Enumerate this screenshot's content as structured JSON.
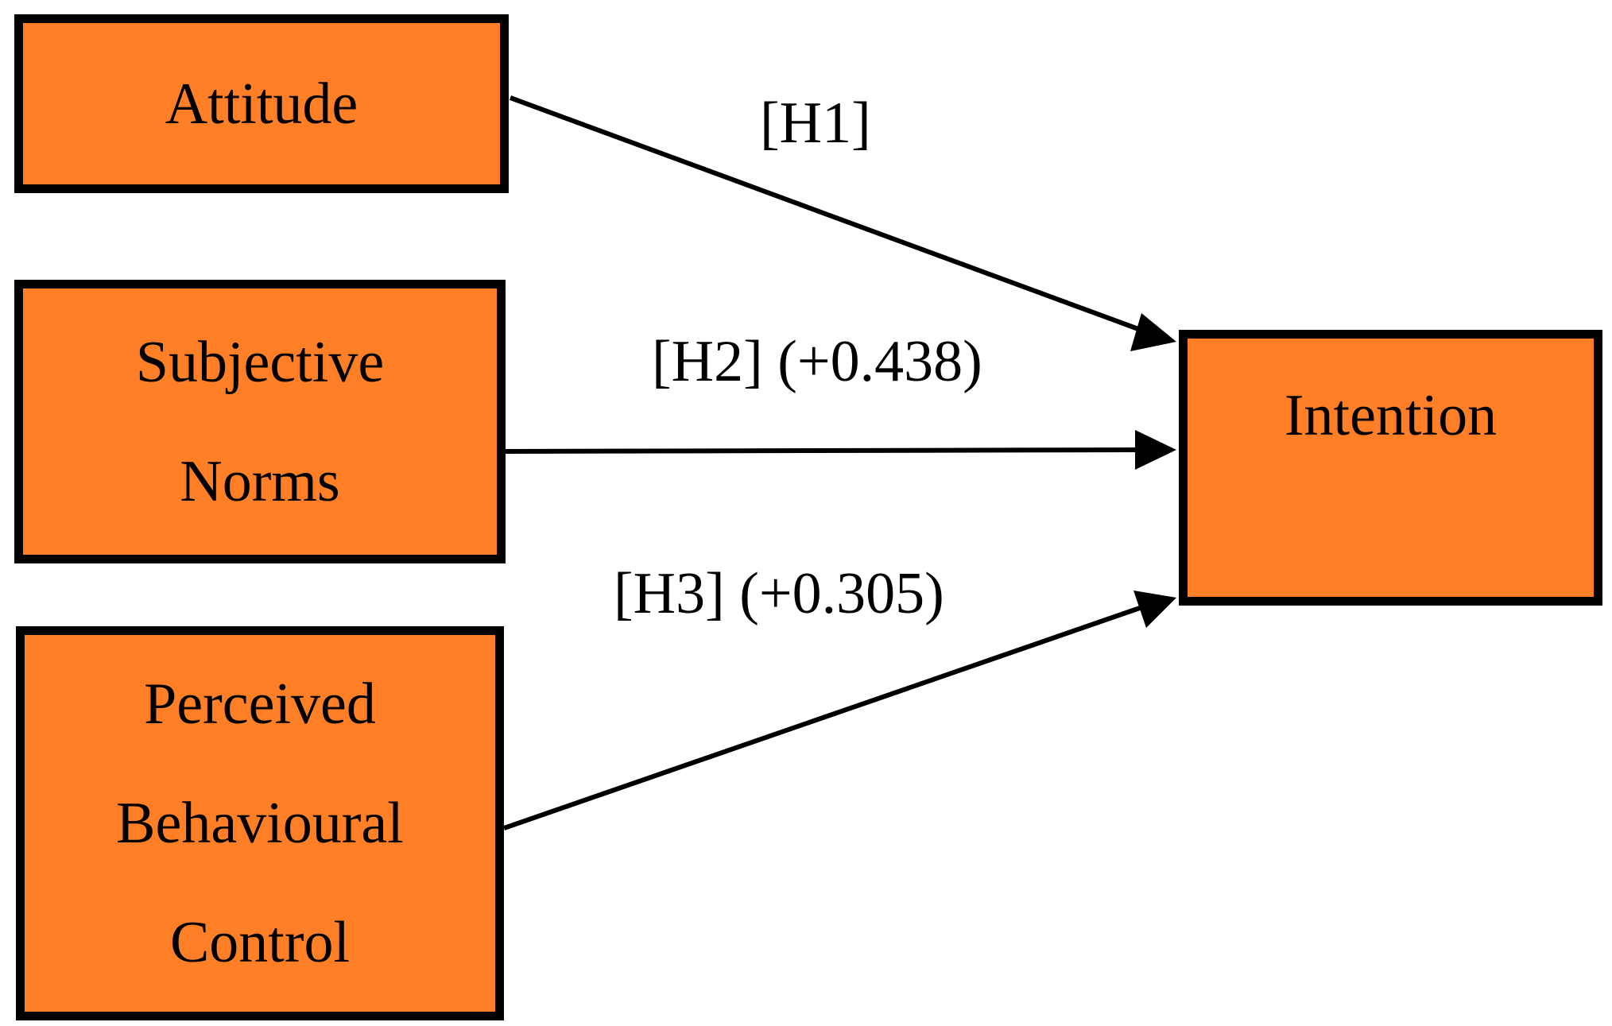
{
  "nodes": {
    "attitude": {
      "lines": [
        "Attitude"
      ]
    },
    "subjective_norms": {
      "lines": [
        "Subjective",
        "Norms"
      ]
    },
    "perceived_behavioural_control": {
      "lines": [
        "Perceived",
        "Behavioural",
        "Control"
      ]
    },
    "intention": {
      "lines": [
        "Intention"
      ]
    }
  },
  "edges": {
    "h1": {
      "label": "[H1]",
      "from": "Attitude",
      "to": "Intention"
    },
    "h2": {
      "label": "[H2] (+0.438)",
      "from": "Subjective Norms",
      "to": "Intention"
    },
    "h3": {
      "label": "[H3] (+0.305)",
      "from": "Perceived Behavioural Control",
      "to": "Intention"
    }
  },
  "colors": {
    "box_fill": "#FF7F27",
    "border": "#000000",
    "arrow": "#000000"
  }
}
